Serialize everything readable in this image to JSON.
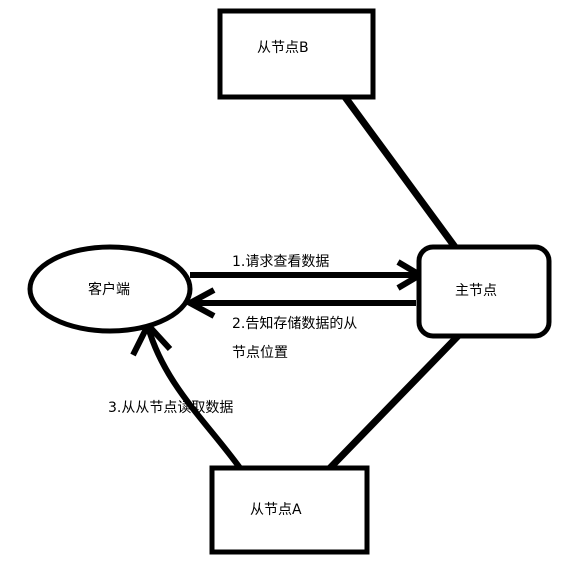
{
  "nodes": {
    "slave_b": "从节点B",
    "slave_a": "从节点A",
    "master": "主节点",
    "client": "客户端"
  },
  "edges": {
    "request": "1.请求查看数据",
    "reply_line1": "2.告知存储数据的从",
    "reply_line2": "节点位置",
    "read": "3.从从节点读取数据"
  },
  "colors": {
    "stroke": "#000000",
    "background": "#ffffff"
  }
}
